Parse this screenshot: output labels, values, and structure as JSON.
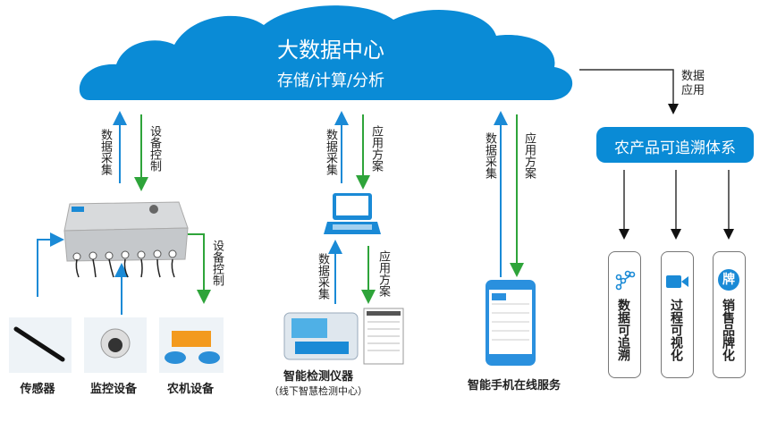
{
  "cloud": {
    "title": "大数据中心",
    "subtitle": "存储/计算/分析",
    "color": "#0a8bd6"
  },
  "arrows": {
    "data_collect": "数据采集",
    "device_control": "设备控制",
    "app_plan": "应用方案",
    "data_app": "数据应用"
  },
  "devices": {
    "sensor": "传感器",
    "monitor": "监控设备",
    "farm_machine": "农机设备"
  },
  "instrument": {
    "label": "智能检测仪器",
    "sub": "（线下智慧检测中心）"
  },
  "phone": {
    "label": "智能手机在线服务"
  },
  "trace": {
    "title": "农产品可追溯体系",
    "items": [
      {
        "label": "数据可追溯",
        "icon": "network-icon"
      },
      {
        "label": "过程可视化",
        "icon": "video-camera-icon"
      },
      {
        "label": "销售品牌化",
        "icon": "brand-icon",
        "icon_text": "牌"
      }
    ]
  },
  "colors": {
    "blue": "#1a8ad6",
    "green": "#2ea43a",
    "dark": "#222222"
  }
}
